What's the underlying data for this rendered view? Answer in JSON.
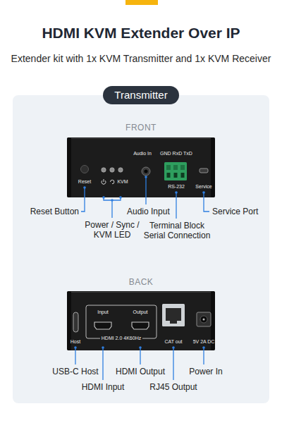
{
  "diagram": {
    "title": "HDMI KVM Extender Over IP",
    "caption": "Extender kit with 1x KVM Transmitter and 1x KVM Receiver",
    "nodes": [
      {
        "text": [
          "Transmitter"
        ]
      },
      {
        "text": [
          "FRONT",
          "Reset",
          "KVM",
          "Audio In",
          "GND RxD TxD",
          "RS-232",
          "Service"
        ],
        "in": 0
      },
      {
        "text": [
          "BACK",
          "Host",
          "Input",
          "Output",
          "HDMI 2.0 4K60Hz",
          "CAT out",
          "5V 2A DC"
        ],
        "in": 0
      }
    ],
    "labels": [
      "Reset Button",
      "Power / Sync / KVM LED",
      "Audio Input",
      "Terminal Block Serial Connection",
      "Service Port",
      "USB-C Host",
      "HDMI Input",
      "HDMI Output",
      "RJ45 Output",
      "Power In"
    ]
  }
}
